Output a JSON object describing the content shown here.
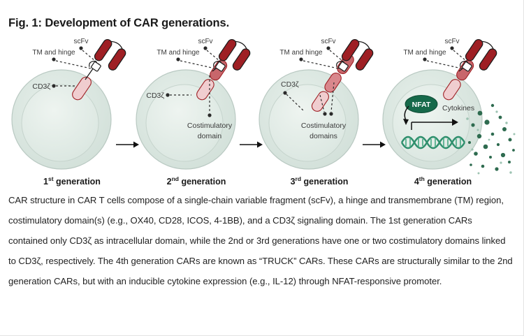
{
  "figure": {
    "title": "Fig. 1: Development of CAR generations.",
    "caption": "CAR structure in CAR T cells compose of a single-chain variable fragment (scFv), a hinge and transmembrane (TM) region, costimulatory domain(s) (e.g., OX40, CD28, ICOS, 4-1BB), and a CD3ζ signaling domain. The 1st generation CARs contained only CD3ζ as intracellular domain, while the 2nd or 3rd generations have one or two costimulatory domains linked to CD3ζ, respectively. The 4th generation CARs are known as “TRUCK” CARs. These CARs are structurally similar to the 2nd generation CARs, but with an inducible cytokine expression (e.g., IL-12) through NFAT-responsive promoter."
  },
  "colors": {
    "cell_membrane": "#d7e3dd",
    "cell_inner": "#e4ece7",
    "cell_stroke": "#b9c9c2",
    "scfv_dark_red": "#9e1f24",
    "costim_dark": "#c8666b",
    "costim_mid": "#d9878c",
    "cd3z_light": "#f0cdcf",
    "nfat_green": "#16694a",
    "dna_green": "#2f8f6d",
    "cytokine_green": "#2e6b4f",
    "label_text": "#3a3a3a",
    "arrow_black": "#111111"
  },
  "panels": [
    {
      "id": "gen1",
      "generation_label": "1",
      "generation_ordinal": "st",
      "generation_suffix": " generation",
      "labels": {
        "scfv": "scFv",
        "tm_hinge": "TM and hinge",
        "cd3z": "CD3ζ"
      },
      "domains": [
        "CD3ζ"
      ]
    },
    {
      "id": "gen2",
      "generation_label": "2",
      "generation_ordinal": "nd",
      "generation_suffix": " generation",
      "labels": {
        "scfv": "scFv",
        "tm_hinge": "TM and hinge",
        "cd3z": "CD3ζ",
        "costim_line1": "Costimulatory",
        "costim_line2": "domain"
      },
      "domains": [
        "CD3ζ",
        "Costimulatory domain"
      ]
    },
    {
      "id": "gen3",
      "generation_label": "3",
      "generation_ordinal": "rd",
      "generation_suffix": " generation",
      "labels": {
        "scfv": "scFv",
        "tm_hinge": "TM and hinge",
        "cd3z": "CD3ζ",
        "costim_line1": "Costimulatory",
        "costim_line2": "domains"
      },
      "domains": [
        "CD3ζ",
        "Costimulatory domain 1",
        "Costimulatory domain 2"
      ]
    },
    {
      "id": "gen4",
      "generation_label": "4",
      "generation_ordinal": "th",
      "generation_suffix": " generation",
      "labels": {
        "scfv": "scFv",
        "tm_hinge": "TM and hinge",
        "nfat": "NFAT",
        "cytokines": "Cytokines"
      },
      "domains": [
        "CD3ζ",
        "Costimulatory domain"
      ]
    }
  ]
}
